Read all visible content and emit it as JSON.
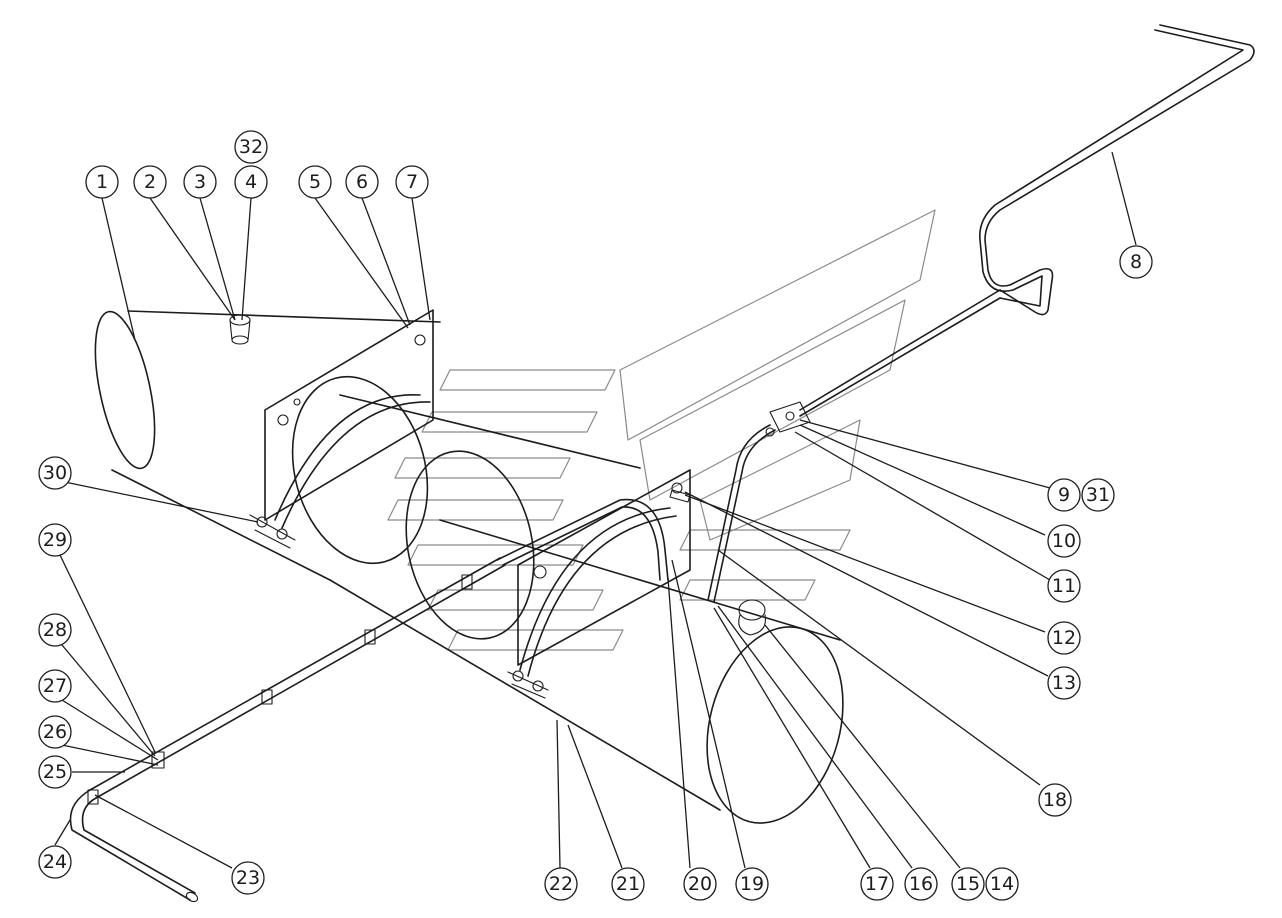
{
  "diagram": {
    "callouts": [
      {
        "id": "c1",
        "label": "1"
      },
      {
        "id": "c2",
        "label": "2"
      },
      {
        "id": "c3",
        "label": "3"
      },
      {
        "id": "c4",
        "label": "4"
      },
      {
        "id": "c32",
        "label": "32"
      },
      {
        "id": "c5",
        "label": "5"
      },
      {
        "id": "c6",
        "label": "6"
      },
      {
        "id": "c7",
        "label": "7"
      },
      {
        "id": "c8",
        "label": "8"
      },
      {
        "id": "c9",
        "label": "9"
      },
      {
        "id": "c31",
        "label": "31"
      },
      {
        "id": "c10",
        "label": "10"
      },
      {
        "id": "c11",
        "label": "11"
      },
      {
        "id": "c12",
        "label": "12"
      },
      {
        "id": "c13",
        "label": "13"
      },
      {
        "id": "c18",
        "label": "18"
      },
      {
        "id": "c30",
        "label": "30"
      },
      {
        "id": "c29",
        "label": "29"
      },
      {
        "id": "c28",
        "label": "28"
      },
      {
        "id": "c27",
        "label": "27"
      },
      {
        "id": "c26",
        "label": "26"
      },
      {
        "id": "c25",
        "label": "25"
      },
      {
        "id": "c24",
        "label": "24"
      },
      {
        "id": "c23",
        "label": "23"
      },
      {
        "id": "c22",
        "label": "22"
      },
      {
        "id": "c21",
        "label": "21"
      },
      {
        "id": "c20",
        "label": "20"
      },
      {
        "id": "c19",
        "label": "19"
      },
      {
        "id": "c17",
        "label": "17"
      },
      {
        "id": "c16",
        "label": "16"
      },
      {
        "id": "c15",
        "label": "15"
      },
      {
        "id": "c14",
        "label": "14"
      }
    ]
  }
}
